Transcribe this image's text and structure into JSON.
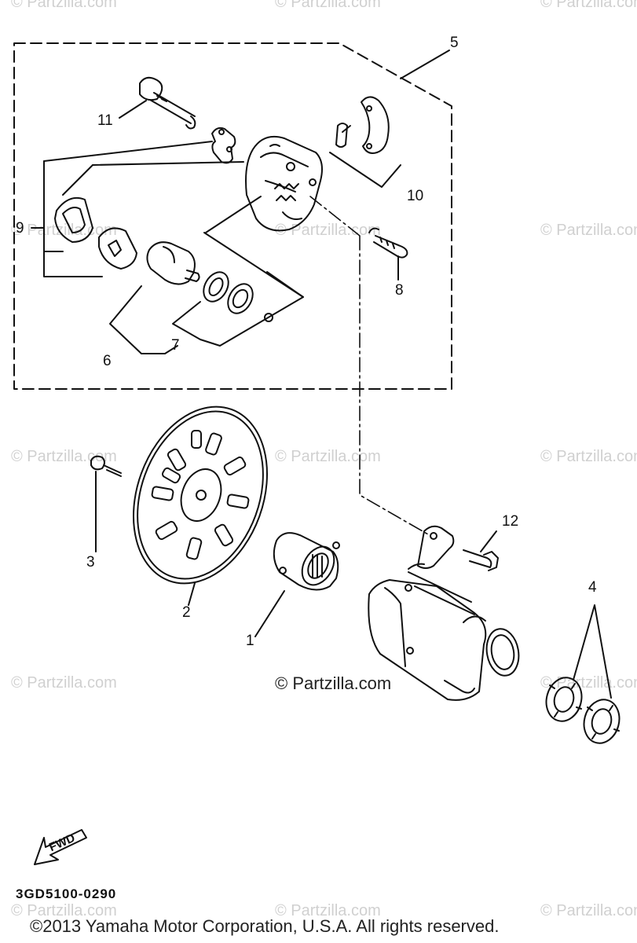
{
  "watermark": "© Partzilla.com",
  "callouts": [
    "1",
    "2",
    "3",
    "4",
    "5",
    "6",
    "7",
    "8",
    "9",
    "10",
    "11",
    "12"
  ],
  "diagram_code": "3GD5100-0290",
  "fwd_label": "FWD",
  "center_watermark": "© Partzilla.com",
  "copyright": "©2013 Yamaha Motor Corporation, U.S.A. All rights reserved."
}
